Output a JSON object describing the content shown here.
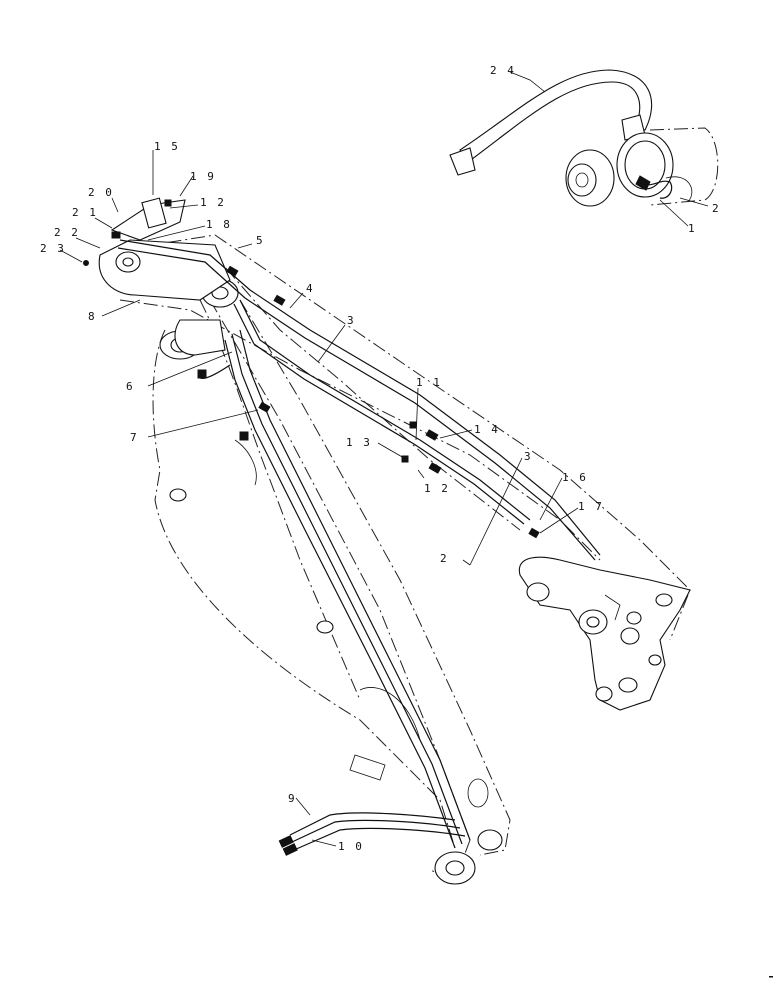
{
  "callouts": [
    {
      "id": "c24",
      "text": "2 4"
    },
    {
      "id": "c15",
      "text": "1 5"
    },
    {
      "id": "c19",
      "text": "1 9"
    },
    {
      "id": "c20",
      "text": "2 0"
    },
    {
      "id": "c12a",
      "text": "1 2"
    },
    {
      "id": "c21",
      "text": "2 1"
    },
    {
      "id": "c18",
      "text": "1 8"
    },
    {
      "id": "c22",
      "text": "2 2"
    },
    {
      "id": "c5",
      "text": "5"
    },
    {
      "id": "c23",
      "text": "2 3"
    },
    {
      "id": "c4",
      "text": "4"
    },
    {
      "id": "c8",
      "text": "8"
    },
    {
      "id": "c3a",
      "text": "3"
    },
    {
      "id": "c6",
      "text": "6"
    },
    {
      "id": "c7",
      "text": "7"
    },
    {
      "id": "c11",
      "text": "1 1"
    },
    {
      "id": "c14",
      "text": "1 4"
    },
    {
      "id": "c13",
      "text": "1 3"
    },
    {
      "id": "c12b",
      "text": "1 2"
    },
    {
      "id": "c3b",
      "text": "3"
    },
    {
      "id": "c16",
      "text": "1 6"
    },
    {
      "id": "c17",
      "text": "1 7"
    },
    {
      "id": "c2a",
      "text": "2"
    },
    {
      "id": "c2b",
      "text": "2"
    },
    {
      "id": "c1",
      "text": "1"
    },
    {
      "id": "c9",
      "text": "9"
    },
    {
      "id": "c10",
      "text": "1 0"
    }
  ]
}
